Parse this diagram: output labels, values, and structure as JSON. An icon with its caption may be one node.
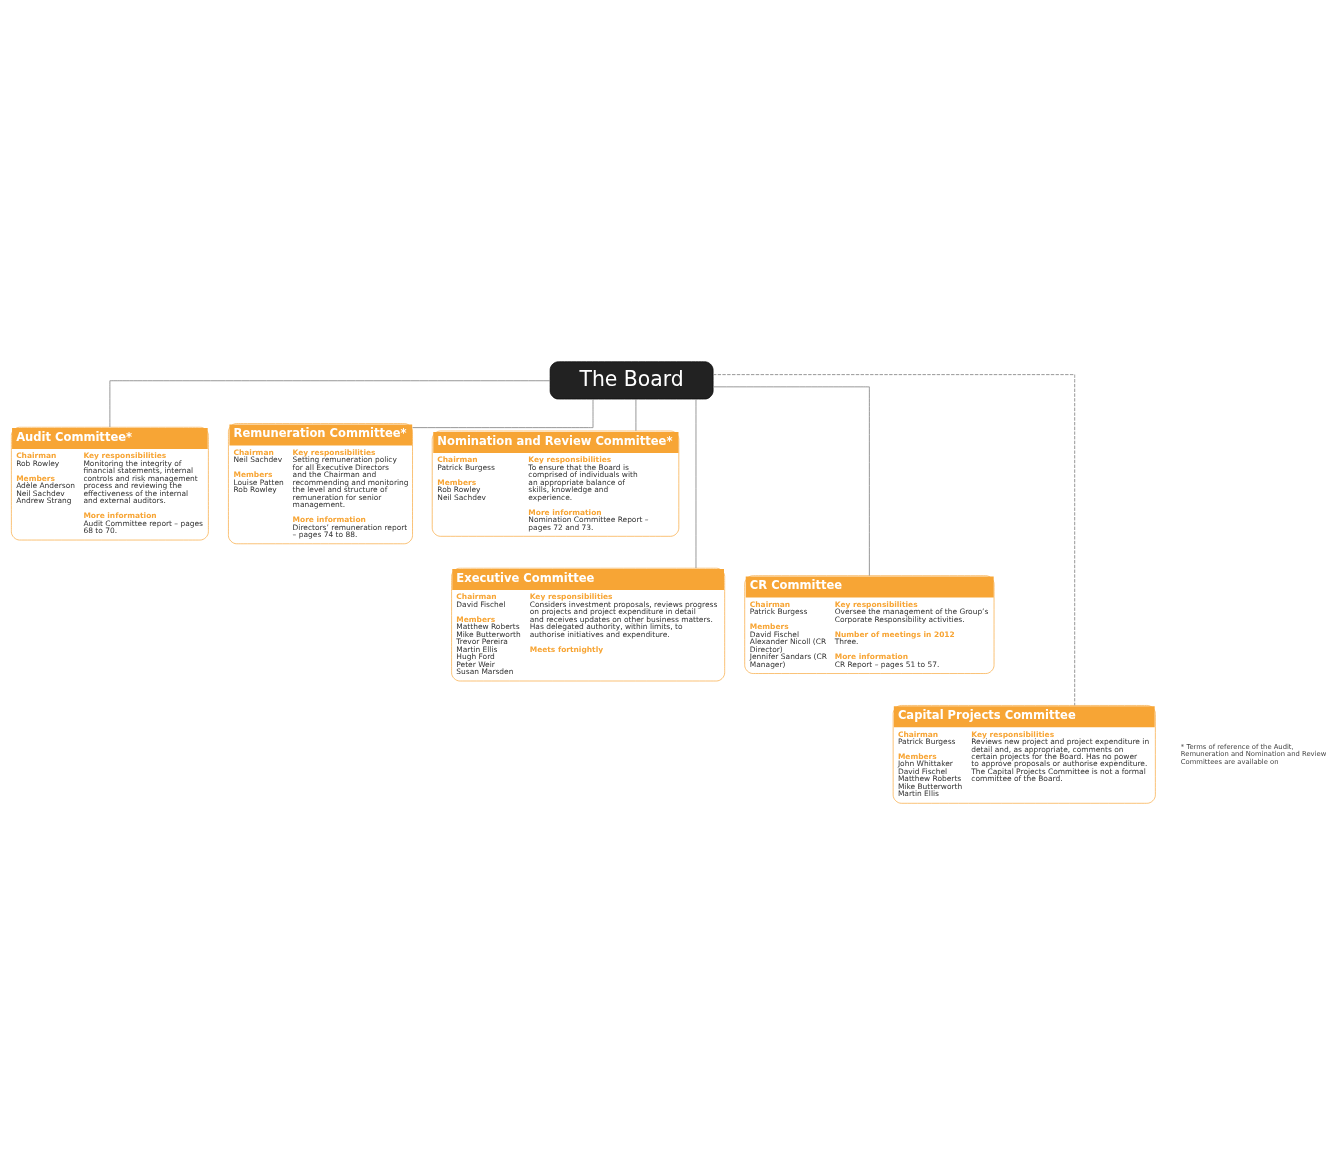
{
  "diagram": {
    "nodes": [
      {
        "text": [
          "The Board"
        ]
      },
      {
        "text": [
          "Audit Committee*",
          "Chairman",
          "Rob Rowley",
          "Members",
          "Adèle Anderson",
          "Neil Sachdev",
          "Andrew Strang",
          "Key responsibilities",
          "Monitoring the integrity of financial statements, internal controls and risk management process and reviewing the effectiveness of the internal and external auditors.",
          "More information",
          "Audit Committee report – pages 68 to 70."
        ]
      },
      {
        "text": [
          "Remuneration Committee*",
          "Chairman",
          "Neil Sachdev",
          "Members",
          "Louise Patten",
          "Rob Rowley",
          "Key responsibilities",
          "Setting remuneration policy for all Executive Directors and the Chairman and recommending and monitoring the level and structure of remuneration for senior management.",
          "More information",
          "Directors’ remuneration report – pages 74 to 88."
        ]
      },
      {
        "text": [
          "Nomination and Review Committee*",
          "Chairman",
          "Patrick Burgess",
          "Members",
          "Rob Rowley",
          "Neil Sachdev",
          "Key responsibilities",
          "To ensure that the Board is comprised of individuals with an appropriate balance of skills, knowledge and experience.",
          "More information",
          "Nomination Committee Report – pages 72 and 73."
        ]
      },
      {
        "text": [
          "Executive Committee",
          "Chairman",
          "David Fischel",
          "Members",
          "Matthew Roberts",
          "Mike Butterworth",
          "Trevor Pereira",
          "Martin Ellis",
          "Hugh Ford",
          "Peter Weir",
          "Susan Marsden",
          "Key responsibilities",
          "Considers investment proposals, reviews progress on projects and project expenditure in detail and receives updates on other business matters. Has delegated authority, within limits, to authorise initiatives and expenditure.",
          "Meets fortnightly"
        ]
      },
      {
        "text": [
          "CR Committee",
          "Chairman",
          "Patrick Burgess",
          "Members",
          "David Fischel",
          "Alexander Nicoll (CR Director)",
          "Jennifer Sandars (CR Manager)",
          "Key responsibilities",
          "Oversee the management of the Group’s Corporate Responsibility activities.",
          "Number of meetings in 2012",
          "Three.",
          "More information",
          "CR Report – pages 51 to 57."
        ]
      },
      {
        "text": [
          "Capital Projects Committee",
          "Chairman",
          "Patrick Burgess",
          "Members",
          "John Whittaker",
          "David Fischel",
          "Matthew Roberts",
          "Mike Butterworth",
          "Martin Ellis",
          "Key responsibilities",
          "Reviews new project and project expenditure in detail and, as appropriate, comments on certain projects for the Board. Has no power to approve proposals or authorise expenditure.",
          "The Capital Projects Committee is not a formal committee of the Board."
        ]
      }
    ],
    "edges": [
      {
        "from": 0,
        "to": 1,
        "arrow": "none"
      },
      {
        "from": 0,
        "to": 2,
        "arrow": "none"
      },
      {
        "from": 0,
        "to": 3,
        "arrow": "none"
      },
      {
        "from": 0,
        "to": 4,
        "arrow": "none"
      },
      {
        "from": 0,
        "to": 5,
        "arrow": "none"
      },
      {
        "from": 0,
        "to": 6,
        "arrow": "none",
        "style": "dashed"
      }
    ],
    "labels": [
      "* Terms of reference of the Audit, Remuneration and Nomination and Review Committees are available on"
    ]
  }
}
